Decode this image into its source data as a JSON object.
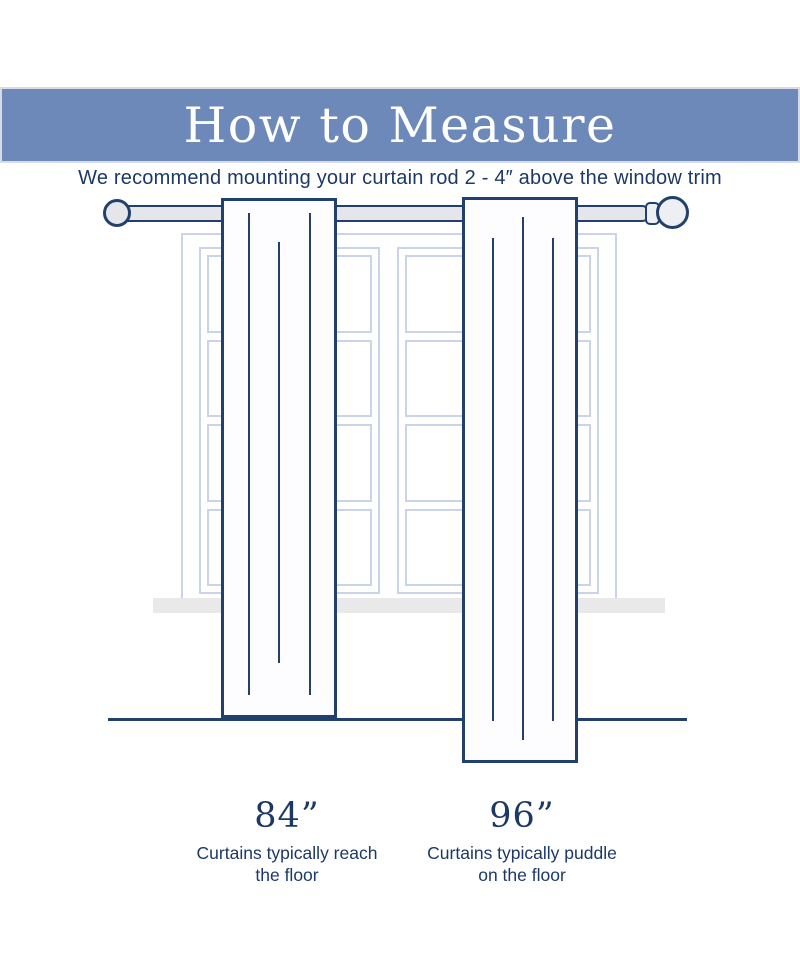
{
  "header": {
    "title": "How to Measure",
    "subtitle": "We recommend mounting your curtain rod 2 - 4″ above the window trim"
  },
  "measurements": [
    {
      "value": "84”",
      "caption_line1": "Curtains typically reach",
      "caption_line2": "the floor"
    },
    {
      "value": "96”",
      "caption_line1": "Curtains typically puddle",
      "caption_line2": "on the floor"
    }
  ],
  "colors": {
    "banner_blue": "#6d89ba",
    "banner_edge": "#d8dce2",
    "navy": "#21406b",
    "text_navy": "#1c3966",
    "window_blue": "#c9d4e8",
    "rod_gray": "#e4e6ea",
    "sill_gray": "#e9e9e9",
    "panel_white": "#fdfdff"
  }
}
